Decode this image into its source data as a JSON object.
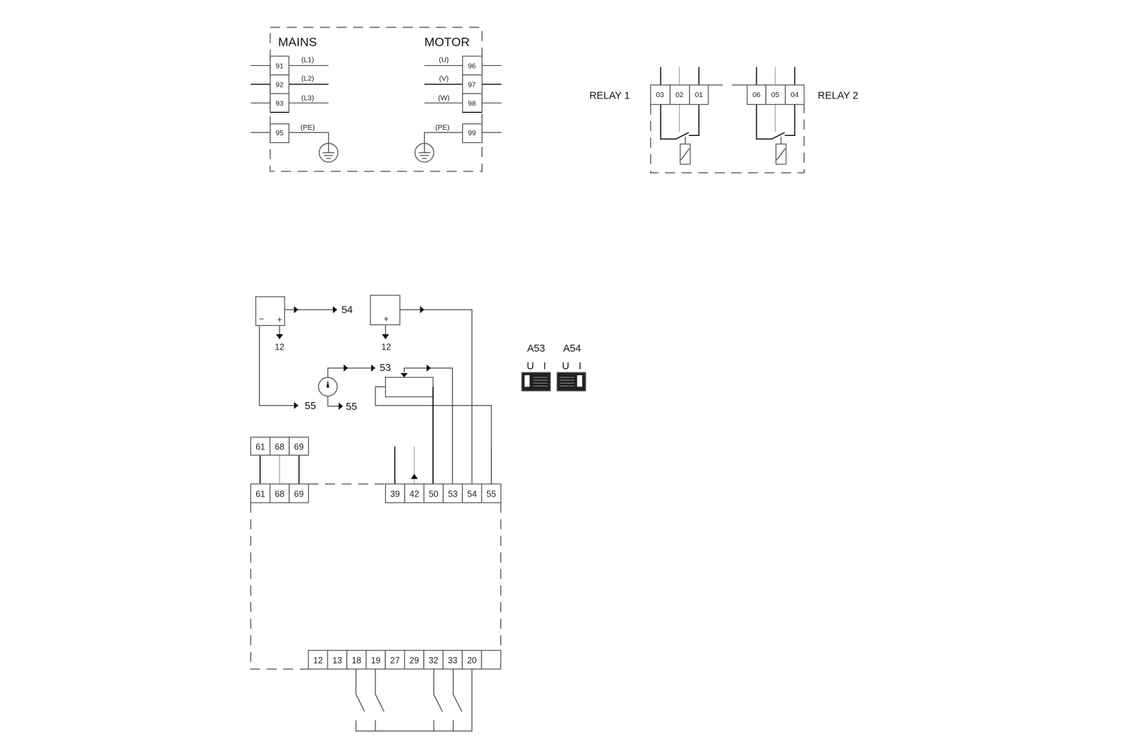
{
  "mains": {
    "title": "MAINS",
    "terminals": [
      "91",
      "92",
      "93",
      "95"
    ],
    "labels": [
      "(L1)",
      "(L2)",
      "(L3)",
      "(PE)"
    ]
  },
  "motor": {
    "title": "MOTOR",
    "terminals": [
      "96",
      "97",
      "98",
      "99"
    ],
    "labels": [
      "(U)",
      "(V)",
      "(W)",
      "(PE)"
    ]
  },
  "relay1": {
    "title": "RELAY 1",
    "terminals": [
      "03",
      "02",
      "01"
    ]
  },
  "relay2": {
    "title": "RELAY 2",
    "terminals": [
      "06",
      "05",
      "04"
    ]
  },
  "sources": {
    "minus": "−",
    "plus": "+",
    "to54": "54",
    "to12a": "12",
    "to12b": "12",
    "to53": "53",
    "to55a": "55",
    "to55b": "55"
  },
  "switches": {
    "a53": {
      "label": "A53",
      "u": "U",
      "i": "I"
    },
    "a54": {
      "label": "A54",
      "u": "U",
      "i": "I"
    }
  },
  "relay_terminals_upper": [
    "61",
    "68",
    "69"
  ],
  "relay_terminals_lower": [
    "61",
    "68",
    "69"
  ],
  "analog_terminals": [
    "39",
    "42",
    "50",
    "53",
    "54",
    "55"
  ],
  "digital_terminals": [
    "12",
    "13",
    "18",
    "19",
    "27",
    "29",
    "32",
    "33",
    "20",
    ""
  ]
}
